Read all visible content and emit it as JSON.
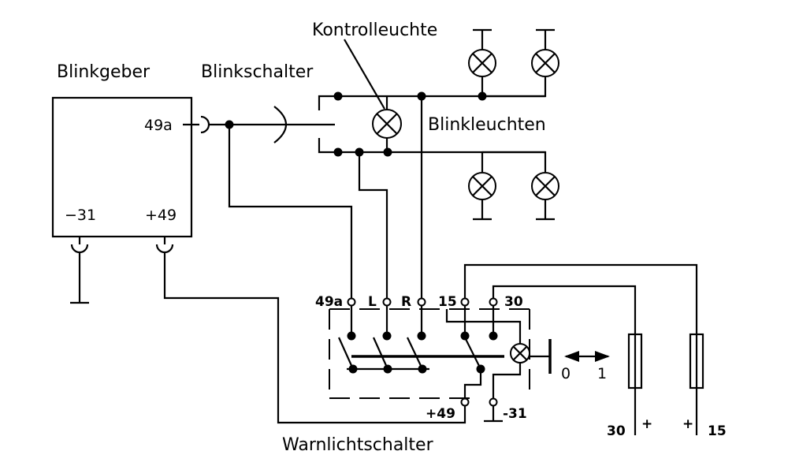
{
  "labels": {
    "blinkgeber": "Blinkgeber",
    "blinkschalter": "Blinkschalter",
    "kontrollleuchte": "Kontrolleuchte",
    "blinkleuchten": "Blinkleuchten",
    "warnlichtschalter": "Warnlichtschalter"
  },
  "terminals": {
    "bg_49a": "49a",
    "bg_m31": "−31",
    "bg_p49": "+49",
    "ws_49a": "49a",
    "ws_L": "L",
    "ws_R": "R",
    "ws_15": "15",
    "ws_30": "30",
    "ws_p49": "+49",
    "ws_m31": "-31"
  },
  "switch_positions": {
    "zero": "0",
    "one": "1"
  },
  "supply": {
    "left_number": "30",
    "left_sign": "+",
    "right_sign": "+",
    "right_number": "15"
  }
}
